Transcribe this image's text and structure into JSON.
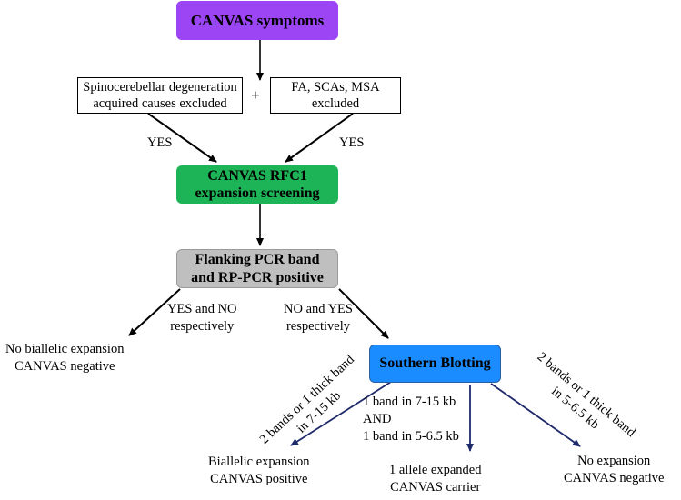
{
  "nodes": {
    "symptoms": {
      "label": "CANVAS symptoms",
      "color": "#9b45f5"
    },
    "spino_line1": "Spinocerebellar degeneration",
    "spino_line2": "acquired causes excluded",
    "plus": "+",
    "fa_line1": "FA, SCAs, MSA",
    "fa_line2": "excluded",
    "screening_line1": "CANVAS RFC1",
    "screening_line2": "expansion screening",
    "screening_color": "#1db457",
    "pcr_line1": "Flanking PCR band",
    "pcr_line2": "and RP-PCR positive",
    "pcr_color": "#bfbfbf",
    "southern": {
      "label": "Southern Blotting",
      "color": "#1a8cff"
    }
  },
  "edges": {
    "yes_left": "YES",
    "yes_right": "YES",
    "yes_no_line1": "YES and NO",
    "yes_no_line2": "respectively",
    "no_yes_line1": "NO and YES",
    "no_yes_line2": "respectively",
    "left_line1": "2 bands or 1 thick band",
    "left_line2": "in 7-15 kb",
    "mid_line1": "1 band in 7-15 kb",
    "mid_line2": "AND",
    "mid_line3": "1 band in 5-6.5 kb",
    "right_line1": "2 bands or 1 thick band",
    "right_line2": "in 5-6.5 kb",
    "dark_arrow_color": "#1f2a6b"
  },
  "outcomes": {
    "no_biallelic_line1": "No biallelic expansion",
    "no_biallelic_line2": "CANVAS negative",
    "biallelic_line1": "Biallelic expansion",
    "biallelic_line2": "CANVAS positive",
    "carrier_line1": "1 allele expanded",
    "carrier_line2": "CANVAS carrier",
    "no_expansion_line1": "No expansion",
    "no_expansion_line2": "CANVAS negative"
  }
}
